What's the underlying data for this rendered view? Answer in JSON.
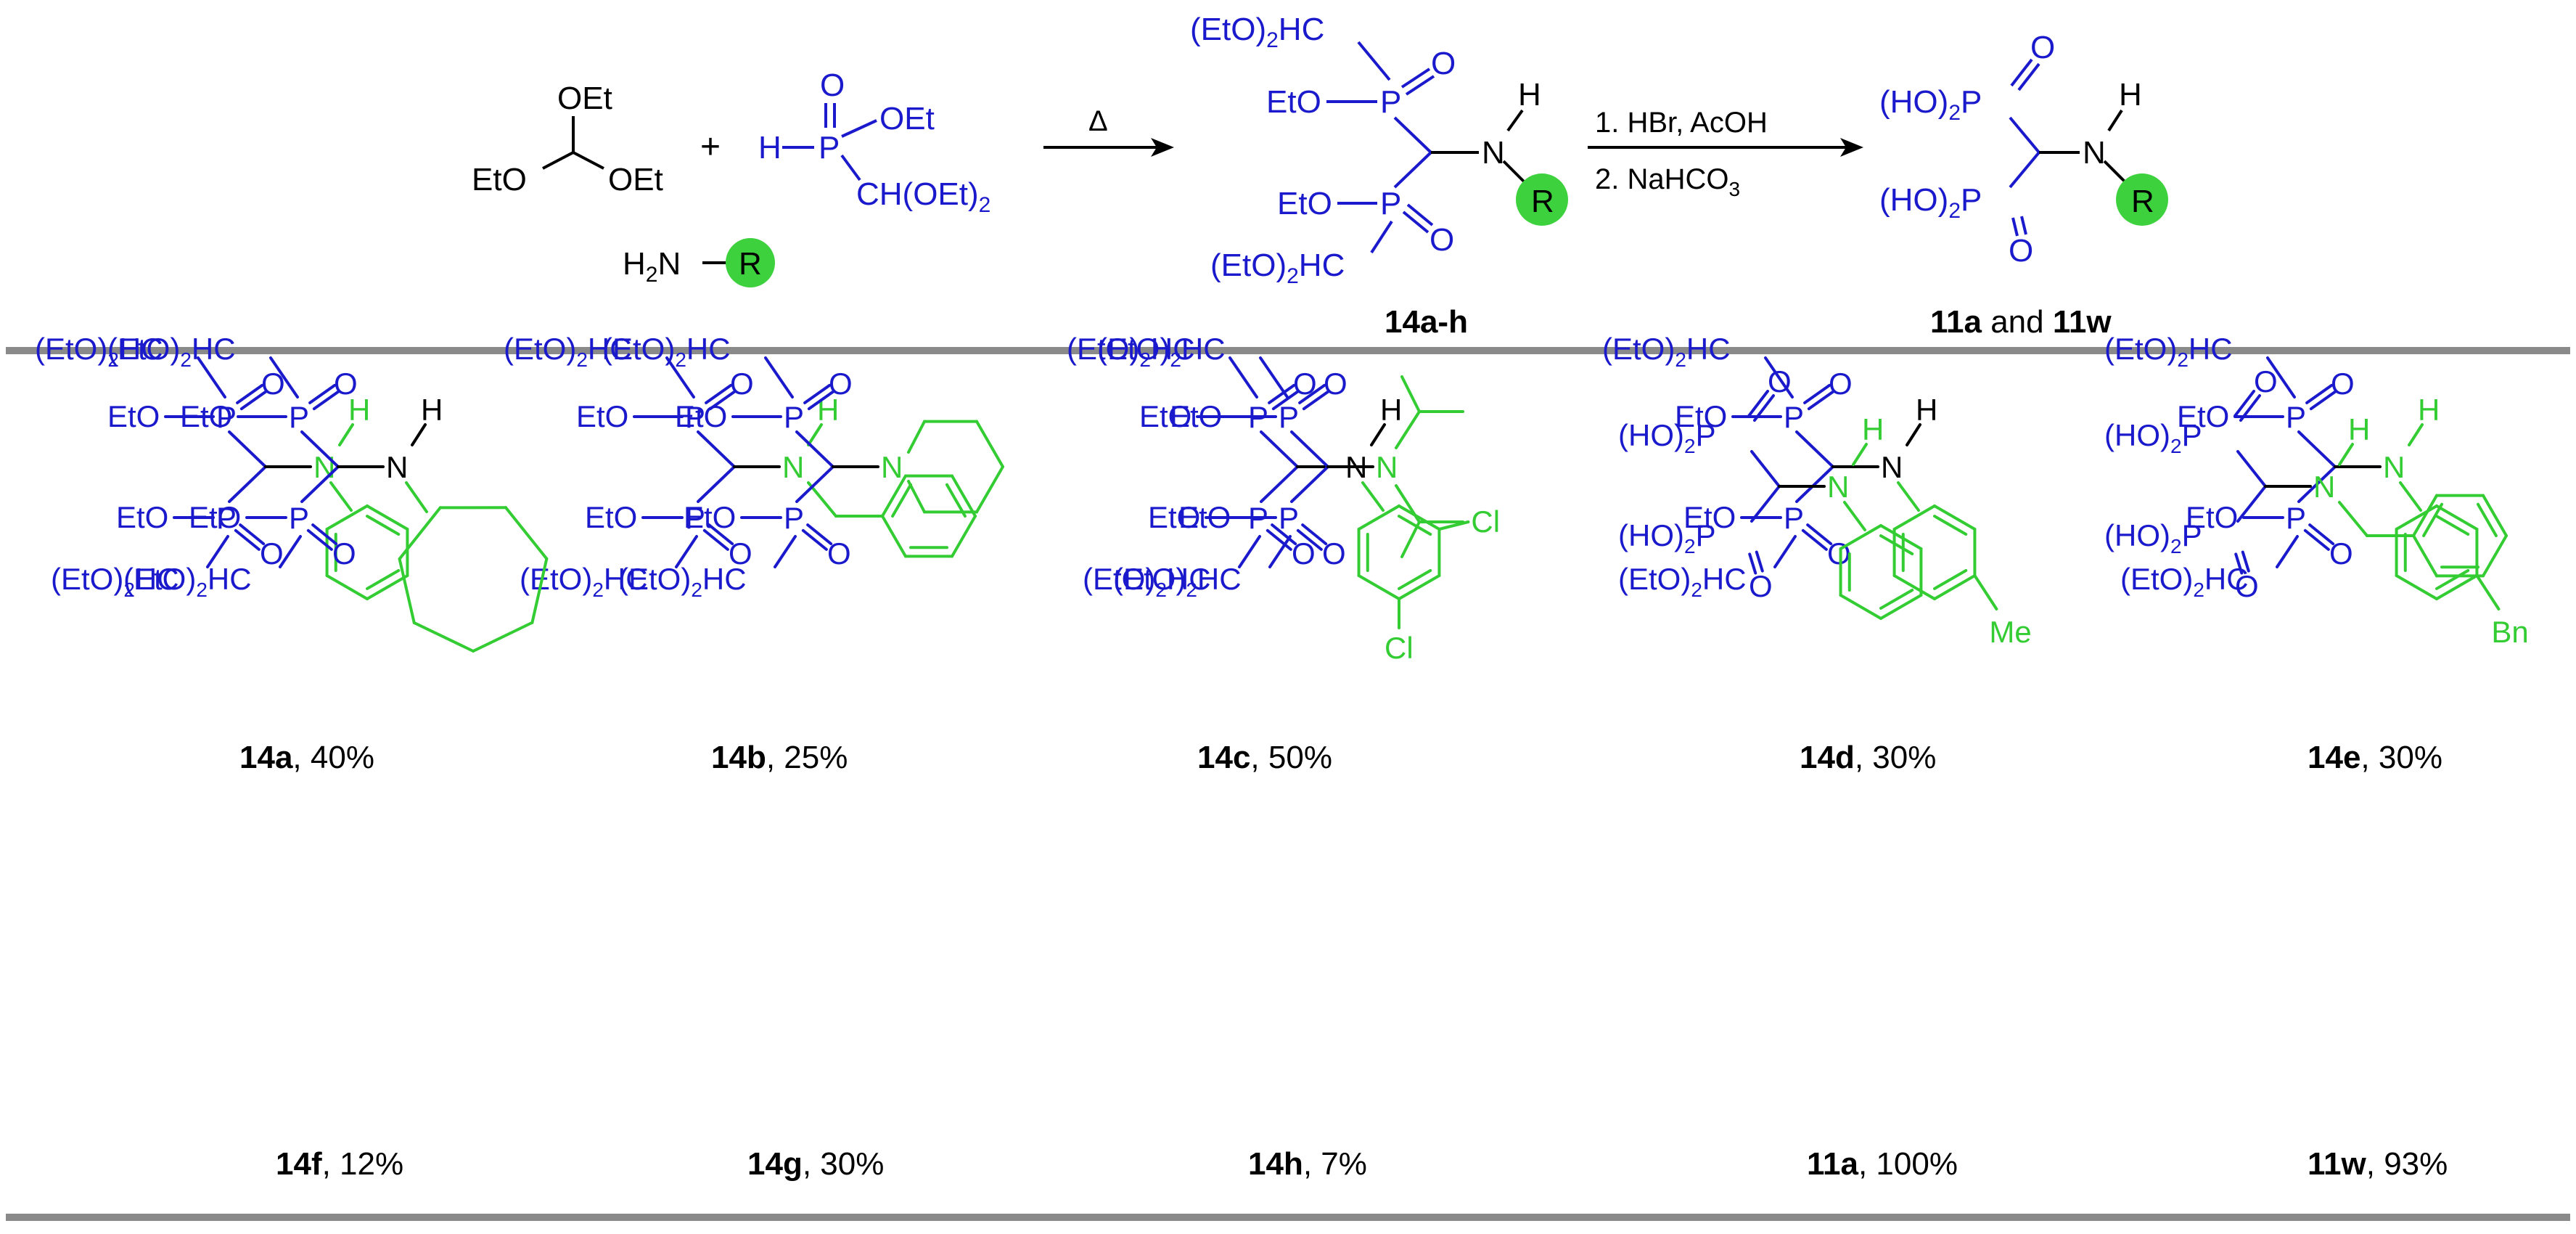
{
  "colors": {
    "backbone": "#1a1acc",
    "substituent": "#33cc33",
    "ink": "#000000",
    "divider": "#8a8a8a",
    "r_ball": "#3dd13d"
  },
  "reaction": {
    "reagent_orthoformate": {
      "oet_top": "OEt",
      "eto_left": "EtO",
      "oet_right": "OEt"
    },
    "plus": "+",
    "reagent_phosphinate": {
      "h": "H",
      "o": "O",
      "p": "P",
      "oet": "OEt",
      "ch": "CH(OEt)",
      "sub": "2"
    },
    "amine": {
      "h": "H",
      "sub": "2",
      "n": "N",
      "r": "R"
    },
    "arrow1_label": "Δ",
    "arrow2_line1": "1. HBr, AcOH",
    "arrow2_line2_main": "2. NaHCO",
    "arrow2_line2_sub": "3",
    "product1_label": "14a-h",
    "product2_label_a": "11a",
    "product2_label_and": " and ",
    "product2_label_b": "11w"
  },
  "fragments": {
    "eto2hc_a": "(EtO)",
    "eto2hc_sub": "2",
    "eto2hc_b": "HC",
    "eto": "EtO",
    "p": "P",
    "o": "O",
    "n": "N",
    "h": "H",
    "r": "R",
    "ho2_a": "(HO)",
    "ho2_sub": "2",
    "ho2_b": "P"
  },
  "compounds": [
    {
      "id": "14a",
      "yield": ", 40%",
      "substituent": "phenyl"
    },
    {
      "id": "14b",
      "yield": ", 25%",
      "substituent": "benzyl"
    },
    {
      "id": "14c",
      "yield": ", 50%",
      "substituent": "3,5-dichlorophenyl",
      "cl_label": "Cl"
    },
    {
      "id": "14d",
      "yield": ", 30%",
      "substituent": "4-methylphenyl",
      "me_label": "Me"
    },
    {
      "id": "14e",
      "yield": ", 30%",
      "substituent": "4-benzylphenyl",
      "bn_label": "Bn"
    },
    {
      "id": "14f",
      "yield": ", 12%",
      "substituent": "cycloheptyl"
    },
    {
      "id": "14g",
      "yield": ", 30%",
      "substituent": "piperidin-1-yl"
    },
    {
      "id": "14h",
      "yield": ", 7%",
      "substituent": "diisopropyl"
    },
    {
      "id": "11a",
      "yield": ", 100%",
      "substituent": "phenyl"
    },
    {
      "id": "11w",
      "yield": ", 93%",
      "substituent": "benzyl"
    }
  ]
}
